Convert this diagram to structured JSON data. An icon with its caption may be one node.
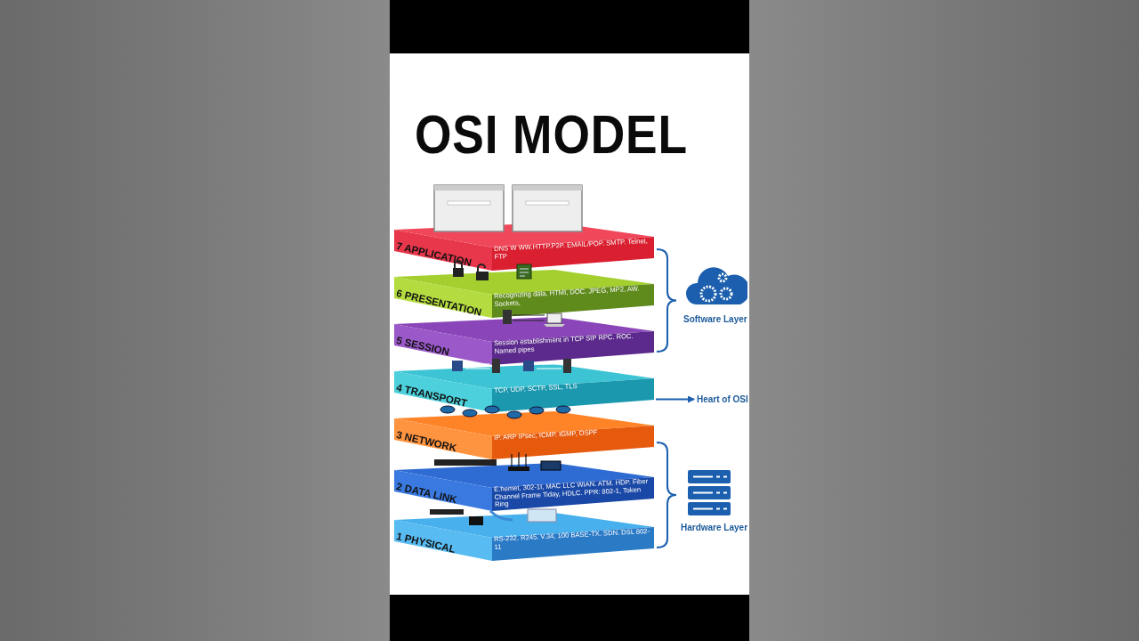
{
  "diagram": {
    "title": "OSI MODEL",
    "nodes": [
      {
        "text": [
          "7 APPLICATION",
          "DNS W WW.HTTP.P2P. EMAIL/POP. SMTP. Telnet, FTP"
        ]
      },
      {
        "text": [
          "6 PRESENTATION",
          "Recognizing dala, HTMI, DOC. JPEG, MP2, AW. Sockets,"
        ]
      },
      {
        "text": [
          "5 SESSION",
          "Session establishment in TCP SIP RPC. ROC. Named pipes"
        ]
      },
      {
        "text": [
          "4 TRANSPORT",
          "TCP, UDP, SCTP, SSL, TLS"
        ]
      },
      {
        "text": [
          "3 NETWORK",
          "IP. ARP IPsec, ICMP. IGMP, OSPF"
        ]
      },
      {
        "text": [
          "2 DATA LINK",
          "E.hemet, 302-1I, MAC LLC WIAN. ATM. HDP. Fiber Channel Frame Tiday, HDLC. PPR: 802-1, Token Ring"
        ]
      },
      {
        "text": [
          "1 PHYSICAL",
          "RS-232. R245. V.34, 100 BASE-TX. SDN. DSL 802-11"
        ]
      },
      {
        "text": [
          "Software Layer"
        ]
      },
      {
        "text": [
          "Heart of OSI"
        ]
      },
      {
        "text": [
          "Hardware Layer"
        ]
      }
    ],
    "edges": [
      {
        "from": 3,
        "to": 8,
        "arrow": "to"
      }
    ]
  }
}
